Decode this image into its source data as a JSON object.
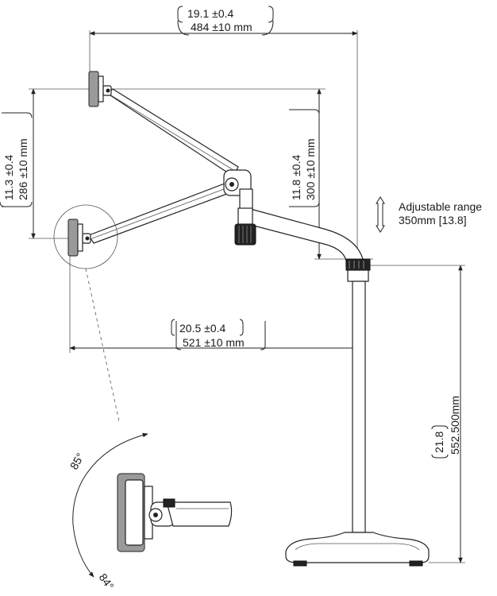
{
  "diagram": {
    "top_width": {
      "inch": "19.1 ±0.4",
      "mm": "484 ±10  mm"
    },
    "arm_height": {
      "inch": "11.3 ±0.4",
      "mm": "286 ±10  mm"
    },
    "mount_height": {
      "inch": "11.8 ±0.4",
      "mm": "300 ±10  mm"
    },
    "adjustable": {
      "line1": "Adjustable range",
      "line2": "350mm [13.8]"
    },
    "bottom_width": {
      "inch": "20.5 ±0.4",
      "mm": "521 ±10  mm"
    },
    "pole_height": {
      "inch": "21.8",
      "mm": "552.500mm"
    },
    "tilt": {
      "up": "85°",
      "down": "84°"
    }
  }
}
